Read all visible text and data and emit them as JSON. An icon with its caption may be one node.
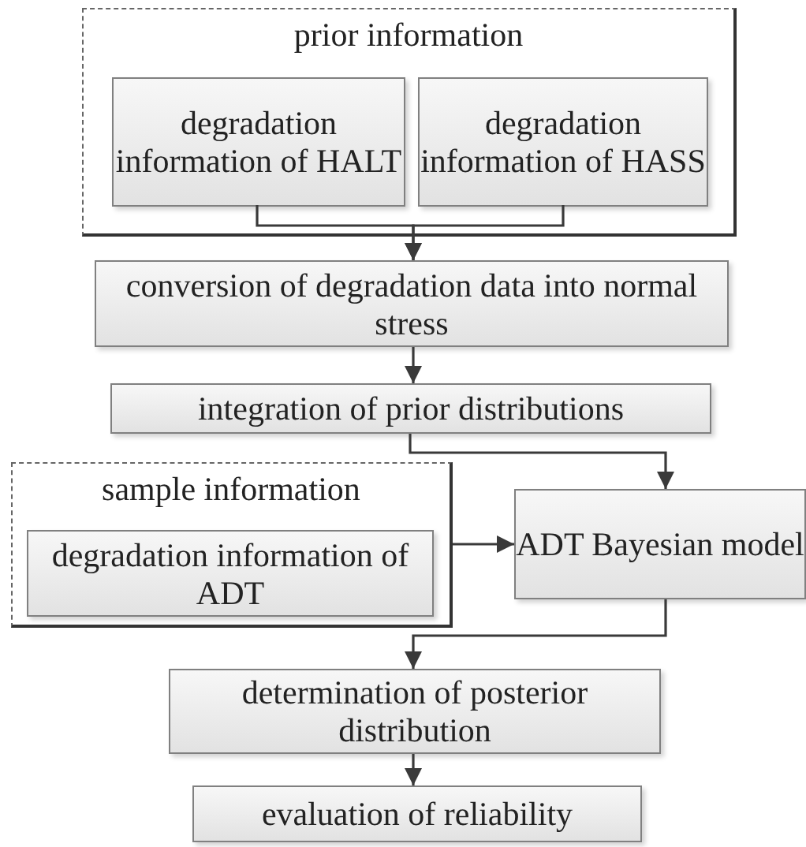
{
  "diagram": {
    "nodes": [
      {
        "text": [
          "prior information"
        ]
      },
      {
        "text": [
          "degradation information of HALT"
        ],
        "in": 0
      },
      {
        "text": [
          "degradation information of HASS"
        ],
        "in": 0
      },
      {
        "text": [
          "conversion of degradation data into normal stress"
        ]
      },
      {
        "text": [
          "integration of prior distributions"
        ]
      },
      {
        "text": [
          "sample information"
        ]
      },
      {
        "text": [
          "degradation information of ADT"
        ],
        "in": 5
      },
      {
        "text": [
          "ADT Bayesian model"
        ]
      },
      {
        "text": [
          "determination of posterior distribution"
        ]
      },
      {
        "text": [
          "evaluation of reliability"
        ]
      }
    ],
    "edges": [
      {
        "from": 1,
        "to": 3,
        "arrow": "to"
      },
      {
        "from": 2,
        "to": 3,
        "arrow": "to"
      },
      {
        "from": 3,
        "to": 4,
        "arrow": "to"
      },
      {
        "from": 4,
        "to": 7,
        "arrow": "to"
      },
      {
        "from": 5,
        "to": 7,
        "arrow": "to"
      },
      {
        "from": 7,
        "to": 8,
        "arrow": "to"
      },
      {
        "from": 8,
        "to": 9,
        "arrow": "to"
      }
    ]
  }
}
